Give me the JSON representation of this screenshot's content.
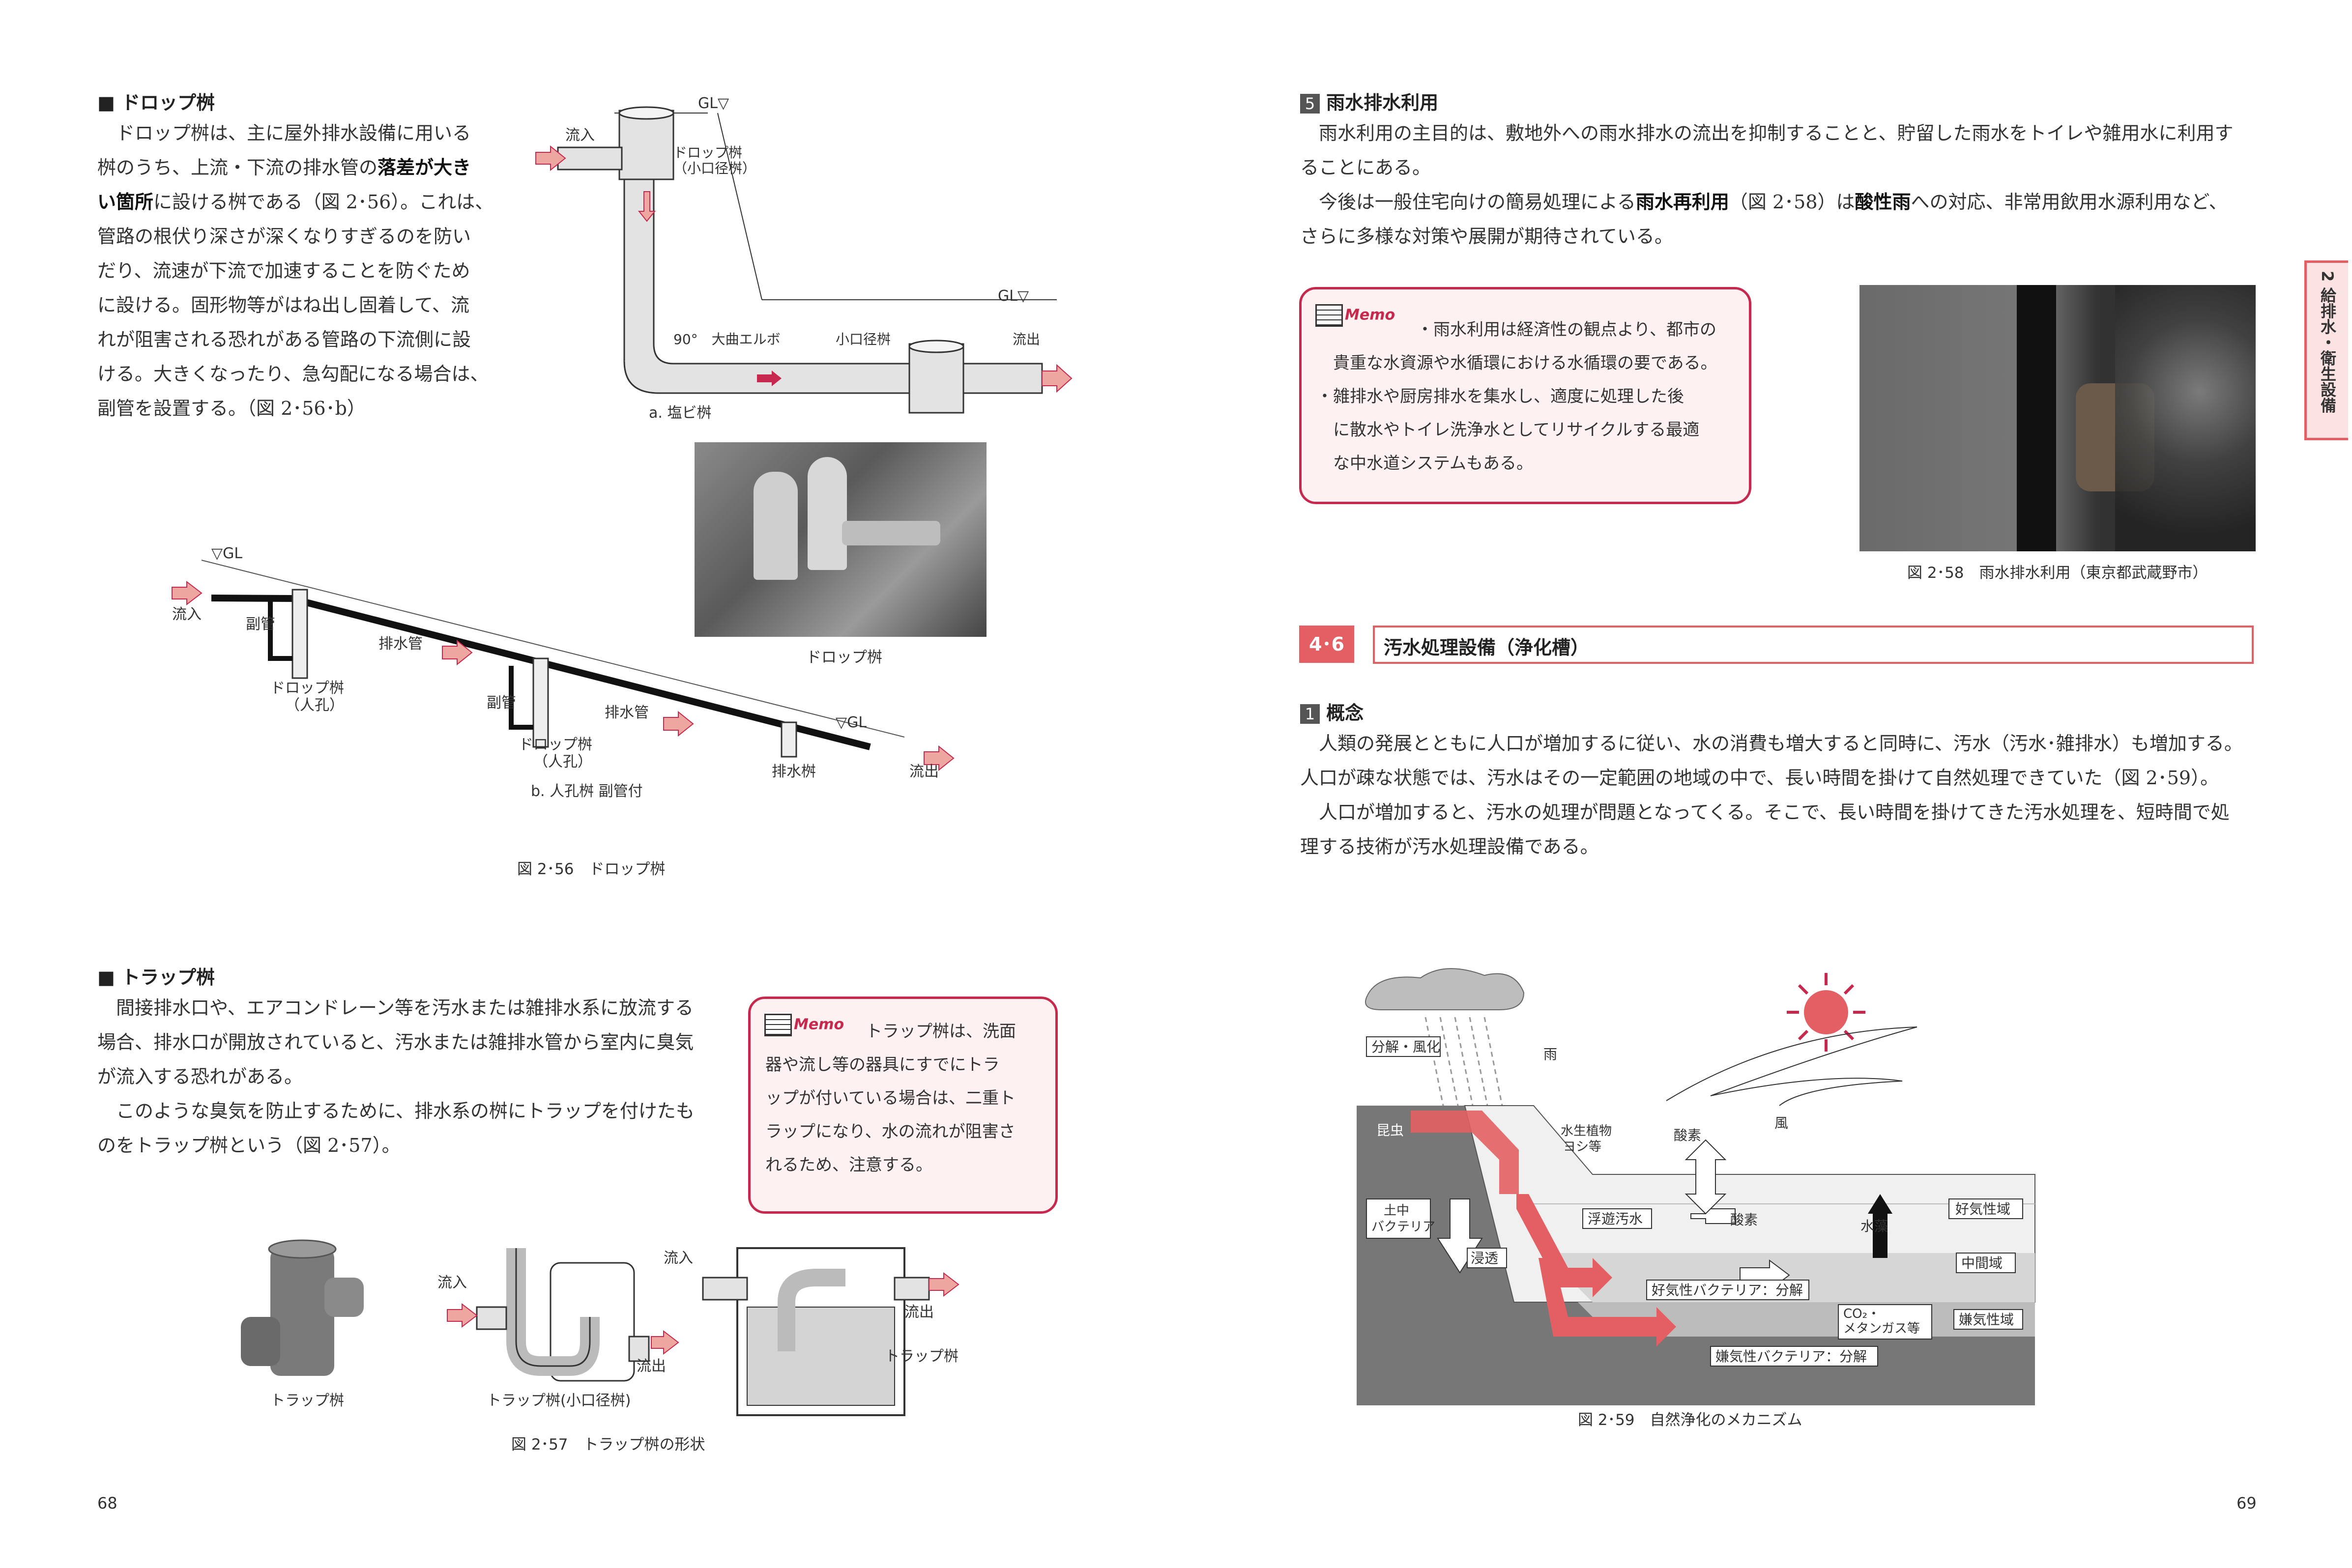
{
  "left": {
    "drop": {
      "heading": "■ ドロップ桝",
      "para": [
        "　ドロップ桝は、主に屋外排水設備に用いる",
        "桝のうち、上流・下流の排水管の",
        "落差が大き",
        "い箇所",
        "に設ける桝である（図 2･56）。これは、",
        "管路の根伏り深さが深くなりすぎるのを防い",
        "だり、流速が下流で加速することを防ぐため",
        "に設ける。固形物等がはね出し固着して、流",
        "れが阻害される恐れがある管路の下流側に設",
        "ける。大きくなったり、急勾配になる場合は、",
        "副管を設置する。（図 2･56･b）"
      ]
    },
    "figA": {
      "gl1": "GL▽",
      "gl2": "GL▽",
      "inflow": "流入",
      "drop_small1": "ドロップ桝",
      "drop_small2": "（小口径桝）",
      "elbow": "90°　大曲エルボ",
      "small_masu": "小口径桝",
      "outflow": "流出",
      "caption": "a. 塩ビ桝"
    },
    "photo_caption": "ドロップ桝",
    "figB": {
      "gl1": "▽GL",
      "gl2": "▽GL",
      "inflow": "流入",
      "fuku1": "副管",
      "drain1": "排水管",
      "drop1a": "ドロップ桝",
      "drop1b": "（人孔）",
      "fuku2": "副管",
      "drain2": "排水管",
      "drop2a": "ドロップ桝",
      "drop2b": "（人孔）",
      "drain_masu": "排水桝",
      "outflow": "流出",
      "caption": "b. 人孔桝 副管付"
    },
    "fig56_caption": "図 2･56　ドロップ桝",
    "trap": {
      "heading": "■ トラップ桝",
      "para": [
        "　間接排水口や、エアコンドレーン等を汚水または雑排水系に放流する",
        "場合、排水口が開放されていると、汚水または雑排水管から室内に臭気",
        "が流入する恐れがある。",
        "　このような臭気を防止するために、排水系の桝にトラップを付けたも",
        "のをトラップ桝という（図 2･57）。"
      ]
    },
    "memo": {
      "label": "Memo",
      "lines": [
        "　トラップ桝は、洗面",
        "器や流し等の器具にすでにトラ",
        "ップが付いている場合は、二重ト",
        "ラップになり、水の流れが阻害さ",
        "れるため、注意する。"
      ]
    },
    "fig57": {
      "lbl1": "トラップ桝",
      "inflow1": "流入",
      "outflow1": "流出",
      "lbl2": "トラップ桝(小口径桝)",
      "inflow2": "流入",
      "outflow2": "流出",
      "trap": "トラップ桝",
      "caption": "図 2･57　トラップ桝の形状"
    },
    "page_no": "68"
  },
  "right": {
    "sec5": {
      "num": "5",
      "title": "雨水排水利用",
      "para": [
        "　雨水利用の主目的は、敷地外への雨水排水の流出を抑制することと、貯留した雨水をトイレや雑用水に利用す",
        "ることにある。",
        "　今後は一般住宅向けの簡易処理による",
        "雨水再利用",
        "（図 2･58）は",
        "酸性雨",
        "への対応、非常用飲用水源利用など、",
        "さらに多様な対策や展開が期待されている。"
      ]
    },
    "memo": {
      "label": "Memo",
      "lines": [
        "　・雨水利用は経済性の観点より、都市の",
        "　貴重な水資源や水循環における水循環の要である。",
        "・雑排水や厨房排水を集水し、適度に処理した後",
        "　に散水やトイレ洗浄水としてリサイクルする最適",
        "　な中水道システムもある。"
      ]
    },
    "fig58_caption": "図 2･58　雨水排水利用（東京都武蔵野市）",
    "sec46": {
      "num": "4･6",
      "title": "汚水処理設備（浄化槽）"
    },
    "sec1": {
      "num": "1",
      "title": "概念",
      "para": [
        "　人類の発展とともに人口が増加するに従い、水の消費も増大すると同時に、汚水（汚水･雑排水）も増加する。",
        "人口が疎な状態では、汚水はその一定範囲の地域の中で、長い時間を掛けて自然処理できていた（図 2･59）。",
        "　人口が増加すると、汚水の処理が問題となってくる。そこで、長い時間を掛けてきた汚水処理を、短時間で処",
        "理する技術が汚水処理設備である。"
      ]
    },
    "fig59": {
      "bunkai": "分解・風化",
      "rain": "雨",
      "konchu": "昆虫",
      "plant1": "水生植物",
      "plant2": "ヨシ等",
      "sanso_v": "酸素",
      "wind": "風",
      "dochu1": "土中",
      "dochu2": "バクテリア",
      "shinto": "浸透",
      "fuyu": "浮遊汚水",
      "sanso": "酸素",
      "suiso": "水藻",
      "koki": "好気性域",
      "chukan": "中間域",
      "koki_bac": "好気性バクテリア：分解",
      "co2a": "CO₂・",
      "co2b": "メタンガス等",
      "kenki": "嫌気性域",
      "kenki_bac": "嫌気性バクテリア：分解",
      "caption": "図 2･59　自然浄化のメカニズム"
    },
    "side_tab": "2 給排水・衛生設備",
    "page_no": "69"
  },
  "colors": {
    "accent": "#c6294d",
    "arrow_pink": "#eda7a0",
    "memo_bg": "#fdf2f1"
  }
}
